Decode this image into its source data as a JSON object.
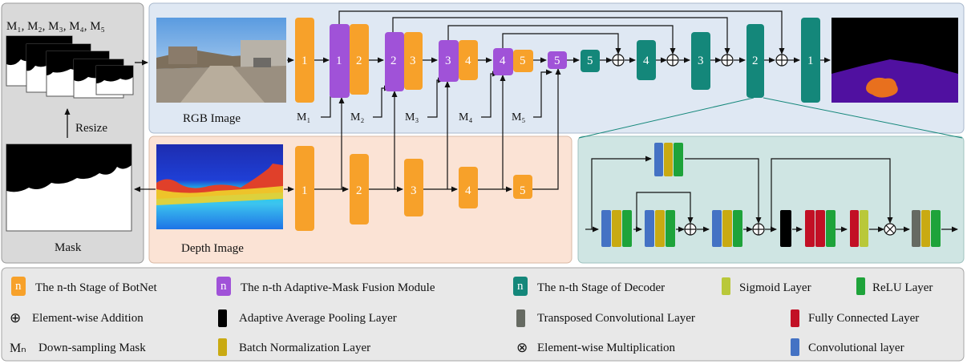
{
  "colors": {
    "botnet": "#f7a12a",
    "fusion": "#a052d8",
    "decoder": "#14877a",
    "sigmoid": "#b9c83a",
    "relu": "#1ea33a",
    "pool": "#000000",
    "bn": "#c9aa12",
    "transposed": "#666a62",
    "fc": "#c21025",
    "conv": "#4472c4",
    "mask_panel": "#d9d9d9",
    "rgb_panel": "#dfe8f3",
    "depth_panel": "#fbe3d5",
    "decoder_panel": "#cfe5e3",
    "legend_panel": "#e8e8e8"
  },
  "masks": {
    "title": "M₁, M₂, M₃, M₄, M₅",
    "resize": "Resize",
    "label": "Mask"
  },
  "rgb": {
    "label": "RGB Image",
    "down_masks": [
      "M₁",
      "M₂",
      "M₃",
      "M₄",
      "M₅"
    ]
  },
  "depth": {
    "label": "Depth Image"
  },
  "blocks": {
    "botnet_rgb": [
      "1",
      "2",
      "3",
      "4",
      "5"
    ],
    "fusion": [
      "1",
      "2",
      "3",
      "4",
      "5"
    ],
    "botnet_depth": [
      "1",
      "2",
      "3",
      "4",
      "5"
    ],
    "decoder": [
      "5",
      "4",
      "3",
      "2",
      "1"
    ]
  },
  "legend": {
    "n_symbol": "n",
    "botnet": "The n-th Stage of BotNet",
    "fusion": "The n-th  Adaptive-Mask Fusion Module",
    "decoder": "The n-th Stage of Decoder",
    "sigmoid": "Sigmoid Layer",
    "relu": "ReLU Layer",
    "add_symbol": "⊕",
    "add": "Element-wise  Addition",
    "pool": "Adaptive Average Pooling Layer",
    "transposed": "Transposed Convolutional Layer",
    "fc": "Fully Connected Layer",
    "mn_symbol": "Mₙ",
    "mn": "Down-sampling Mask",
    "bn": "Batch Normalization  Layer",
    "mul_symbol": "⊗",
    "mul": "Element-wise  Multiplication",
    "conv": "Convolutional layer"
  }
}
